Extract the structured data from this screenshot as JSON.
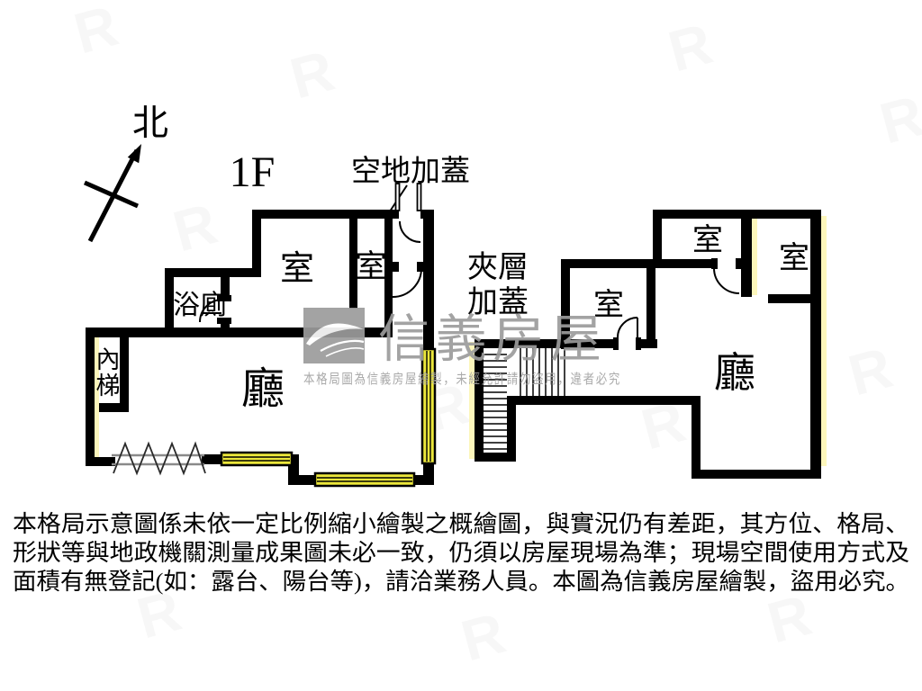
{
  "compass": {
    "north_label": "北"
  },
  "floor_label": "1F",
  "annotations": {
    "open_land_addition": "空地加蓋",
    "mezzanine_line1": "夾層",
    "mezzanine_line2": "加蓋"
  },
  "left_plan": {
    "room1": "室",
    "room2": "室",
    "bathroom": "浴廁",
    "stairs_char1": "內",
    "stairs_char2": "梯",
    "living": "廳"
  },
  "right_plan": {
    "room_center": "室",
    "room_top": "室",
    "room_right": "室",
    "living": "廳"
  },
  "watermark": {
    "brand": "信義房屋",
    "notice": "本格局圖為信義房屋繪製，未經允許請勿盜用，違者必究"
  },
  "disclaimer": [
    "本格局示意圖係未依一定比例縮小繪製之概繪圖，與實況仍有差距，其方位、格局、",
    "形狀等與地政機關測量成果圖未必一致，仍須以房屋現場為準；現場空間使用方式及",
    "面積有無登記(如：露台、陽台等)，請洽業務人員。本圖為信義房屋繪製，盜用必究。"
  ],
  "colors": {
    "wall": "#000000",
    "window_fill": "#ece73b",
    "window_pale": "#fcf6bb",
    "watermark_gray": "#9c9c9c",
    "text": "#000000"
  }
}
